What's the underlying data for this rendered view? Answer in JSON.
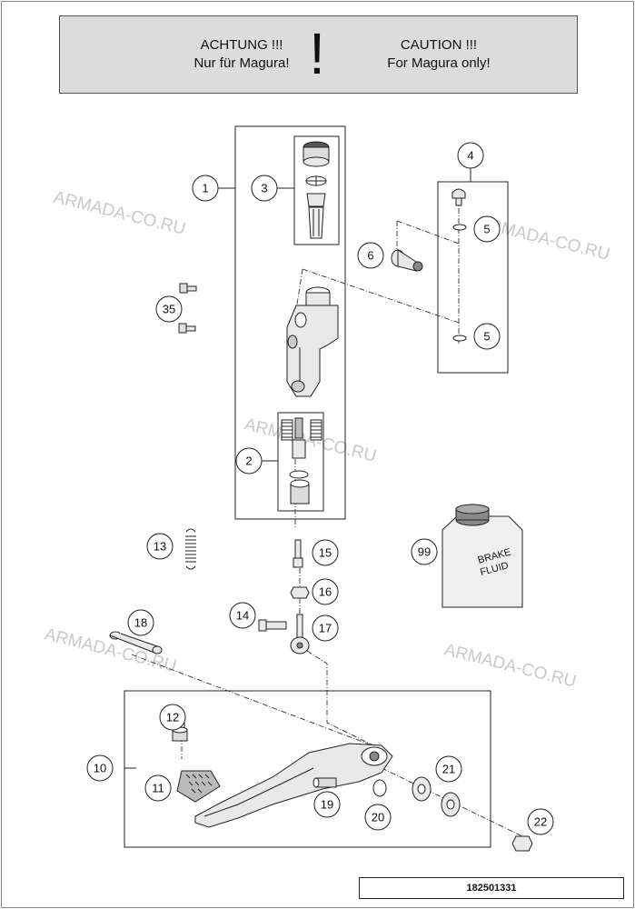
{
  "caution": {
    "de_line1": "ACHTUNG !!!",
    "de_line2": "Nur für Magura!",
    "symbol": "!",
    "en_line1": "CAUTION !!!",
    "en_line2": "For Magura only!"
  },
  "watermark": "ARMADA-CO.RU",
  "callouts": [
    "1",
    "2",
    "3",
    "4",
    "5",
    "5",
    "6",
    "10",
    "11",
    "12",
    "13",
    "14",
    "15",
    "16",
    "17",
    "18",
    "19",
    "20",
    "21",
    "22",
    "35",
    "99"
  ],
  "brake_fluid": {
    "line1": "BRAKE",
    "line2": "FLUID"
  },
  "part_number": "182501331"
}
